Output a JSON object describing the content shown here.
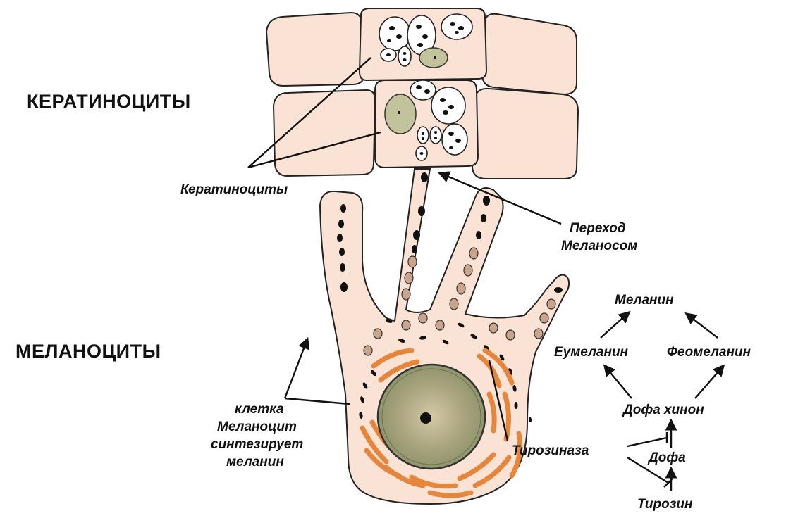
{
  "section_labels": {
    "keratinocytes": "КЕРАТИНОЦИТЫ",
    "melanocytes": "МЕЛАНОЦИТЫ"
  },
  "labels": {
    "keratinocytes": "Кератиноциты",
    "transfer_line1": "Переход",
    "transfer_line2": "Меланосом",
    "cell_line1": "клетка",
    "cell_line2": "Меланоцит",
    "cell_line3": "синтезирует",
    "cell_line4": "меланин"
  },
  "pathway": {
    "melanin": "Меланин",
    "eumelanin": "Еумеланин",
    "pheomelanin": "Феомеланин",
    "dopaquinone": "Дофа хинон",
    "tyrosinase": "Тирозиназа",
    "dopa": "Дофа",
    "tyrosine": "Тирозин"
  },
  "colors": {
    "cell_fill": "#fae3d4",
    "organelle_orange": "#e6863c",
    "nucleus_green": "#a8aa82",
    "melanosome_brown": "#c9a58e"
  }
}
